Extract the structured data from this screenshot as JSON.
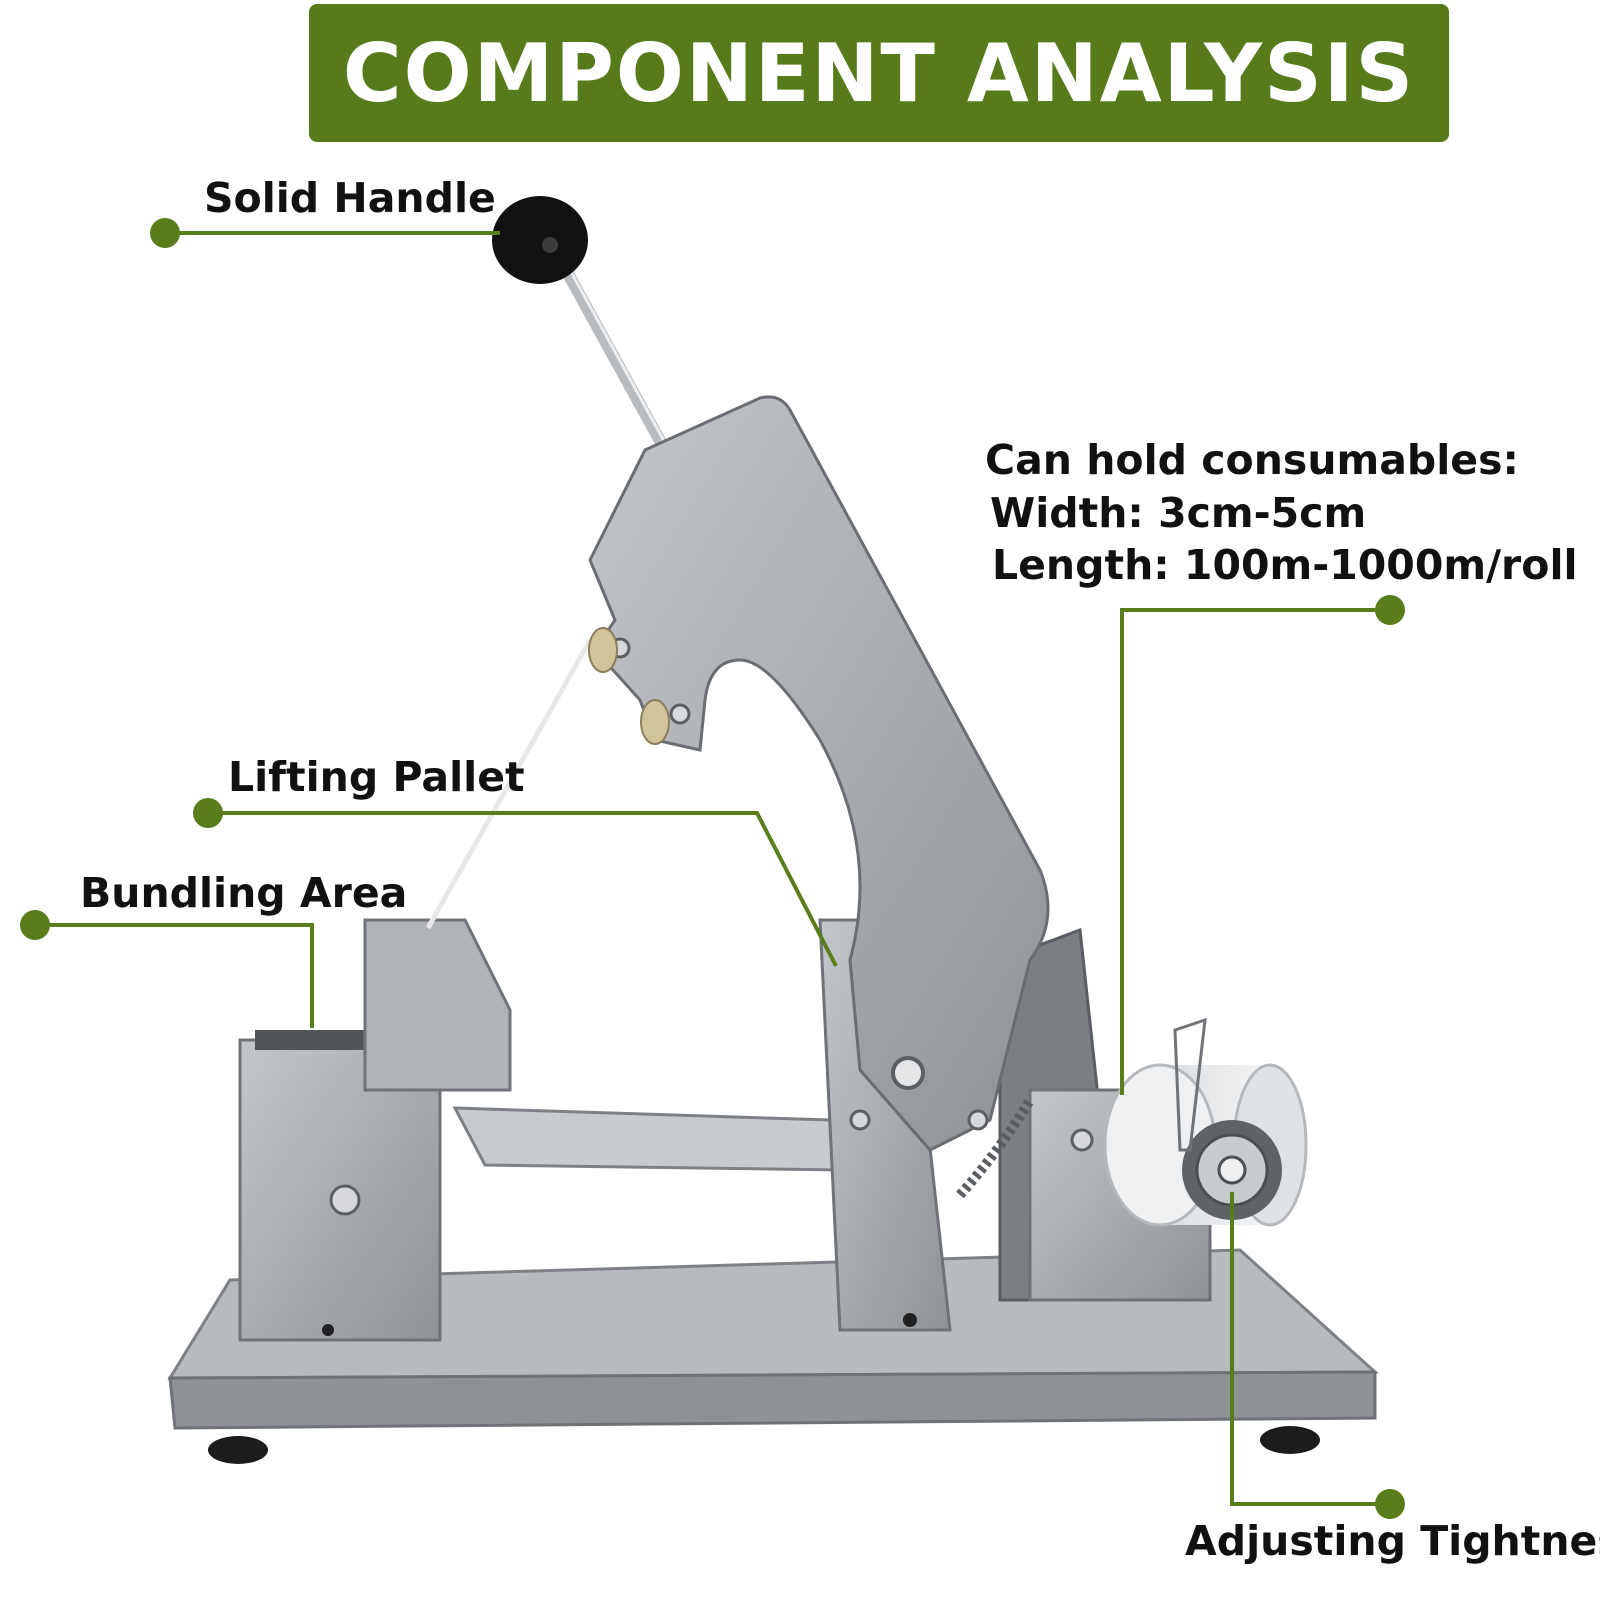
{
  "title": "COMPONENT ANALYSIS",
  "colors": {
    "banner": "#577a1b",
    "callout": "#5a7d1c",
    "metal": "#a9adb1"
  },
  "callouts": {
    "solid_handle": "Solid Handle",
    "lifting_pallet": "Lifting Pallet",
    "bundling_area": "Bundling Area",
    "consumables_title": "Can hold consumables:",
    "width": "Width: 3cm-5cm",
    "length": "Length: 100m-1000m/roll",
    "adjusting_tightness": "Adjusting Tightness"
  }
}
